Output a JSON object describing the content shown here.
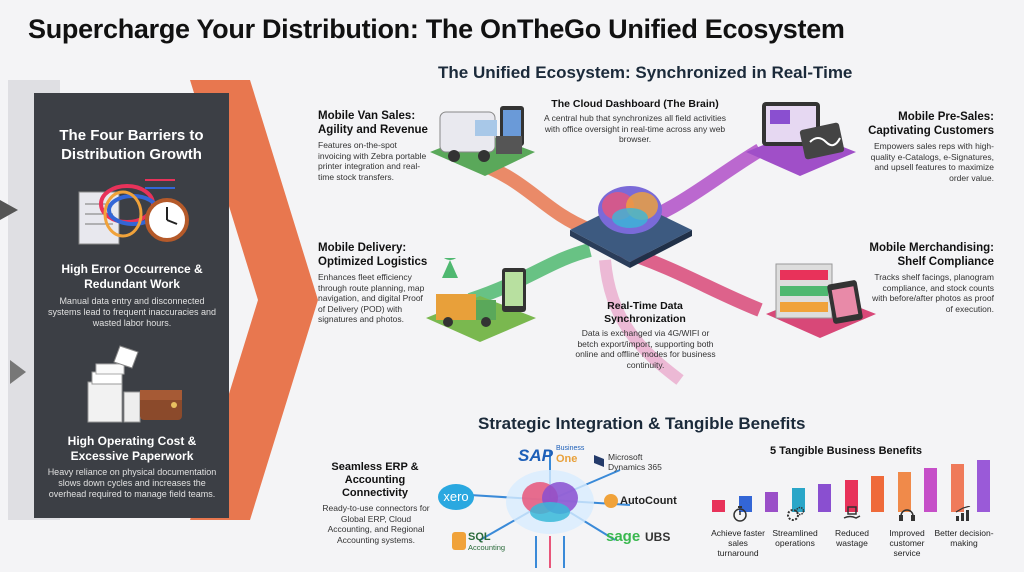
{
  "title": "Supercharge Your Distribution: The OnTheGo Unified Ecosystem",
  "barriers": {
    "title": "The Four Barriers to Distribution Growth",
    "items": [
      {
        "heading": "High Error Occurrence & Redundant Work",
        "desc": "Manual data entry and disconnected systems lead to frequent inaccuracies and wasted labor hours."
      },
      {
        "heading": "High Operating Cost & Excessive Paperwork",
        "desc": "Heavy reliance on physical documentation slows down cycles and increases the overhead required to manage field teams."
      }
    ]
  },
  "ecosystem": {
    "title": "The Unified Ecosystem: Synchronized in Real-Time",
    "van_sales": {
      "heading1": "Mobile Van Sales:",
      "heading2": "Agility and Revenue",
      "desc": "Features on-the-spot invoicing with Zebra portable printer integration and real-time stock transfers."
    },
    "cloud": {
      "heading": "The Cloud Dashboard (The Brain)",
      "desc": "A central hub that synchronizes all field activities with office oversight in real-time across any web browser."
    },
    "pre_sales": {
      "heading1": "Mobile Pre-Sales:",
      "heading2": "Captivating Customers",
      "desc": "Empowers sales reps with high-quality e-Catalogs, e-Signatures, and upsell features to maximize order value."
    },
    "delivery": {
      "heading1": "Mobile Delivery:",
      "heading2": "Optimized Logistics",
      "desc": "Enhances fleet efficiency through route planning, map navigation, and digital Proof of Delivery (POD) with signatures and photos."
    },
    "sync": {
      "heading1": "Real-Time Data",
      "heading2": "Synchronization",
      "desc": "Data is exchanged via 4G/WIFI or betch export/import, supporting both online and offline modes for business continuity."
    },
    "merch": {
      "heading1": "Mobile Merchandising:",
      "heading2": "Shelf Compliance",
      "desc": "Tracks shelf facings, planogram compliance, and stock counts with before/after photos as proof of execution."
    }
  },
  "integration": {
    "title": "Strategic Integration & Tangible Benefits",
    "erp": {
      "heading": "Seamless ERP & Accounting Connectivity",
      "desc": "Ready-to-use connectors for Global ERP, Cloud Accounting, and Regional Accounting systems."
    },
    "logos": {
      "sap": "SAP",
      "sap_sub1": "Business",
      "sap_sub2": "One",
      "microsoft1": "Microsoft",
      "microsoft2": "Dynamics 365",
      "xero": "xero",
      "autocount": "AutoCount",
      "sql": "SQL",
      "sql_sub": "Accounting",
      "sage": "sage",
      "sage_sub": "UBS"
    }
  },
  "benefits": {
    "title": "5 Tangible Business Benefits",
    "items": [
      {
        "label": "Achieve faster sales turnaround",
        "icon": "stopwatch-icon"
      },
      {
        "label": "Streamlined operations",
        "icon": "gears-icon"
      },
      {
        "label": "Reduced wastage",
        "icon": "hand-box-icon"
      },
      {
        "label": "Improved customer service",
        "icon": "headset-icon"
      },
      {
        "label": "Better decision-making",
        "icon": "growth-chart-icon"
      }
    ]
  },
  "chart_data": {
    "type": "bar",
    "title": "5 Tangible Business Benefits",
    "categories": [
      "Achieve faster sales turnaround",
      "Streamlined operations",
      "Reduced wastage",
      "Improved customer service",
      "Better decision-making"
    ],
    "values": [
      1,
      2,
      3,
      4,
      5,
      6,
      7,
      8,
      9,
      10,
      11
    ],
    "colors": [
      "#e8325a",
      "#3366d6",
      "#9a4fc8",
      "#2aa6c8",
      "#8a4fd0",
      "#e8325a",
      "#ef6a3a",
      "#f08a4a",
      "#c64fc8",
      "#ef7a5a",
      "#9a5ad8"
    ]
  },
  "colors": {
    "accent": "#e8774f",
    "panel": "#3c3f45"
  }
}
